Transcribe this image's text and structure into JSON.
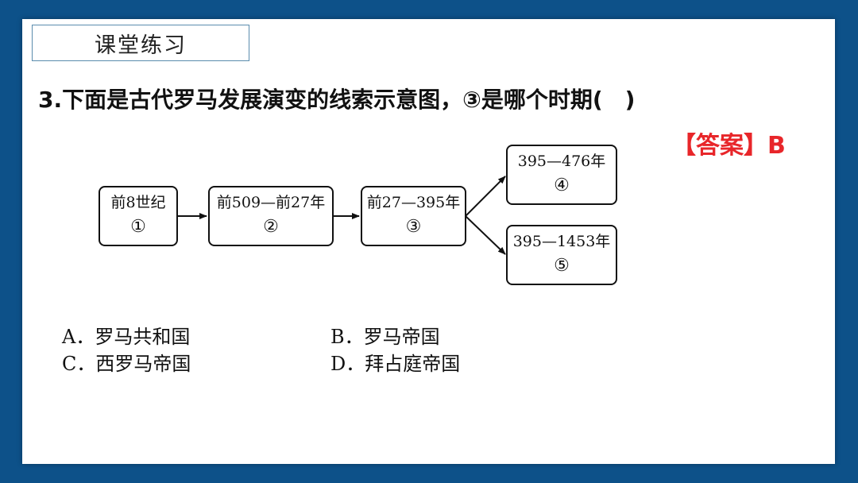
{
  "header": {
    "title": "课堂练习"
  },
  "question": {
    "text": "3.下面是古代罗马发展演变的线索示意图，③是哪个时期(　)"
  },
  "answer": {
    "text": "【答案】B"
  },
  "diagram": {
    "nodes": [
      {
        "period": "前8世纪",
        "mark": "①"
      },
      {
        "period": "前509—前27年",
        "mark": "②"
      },
      {
        "period": "前27—395年",
        "mark": "③"
      },
      {
        "period": "395—476年",
        "mark": "④"
      },
      {
        "period": "395—1453年",
        "mark": "⑤"
      }
    ]
  },
  "options": [
    {
      "text": "A．罗马共和国"
    },
    {
      "text": "B．罗马帝国"
    },
    {
      "text": "C．西罗马帝国"
    },
    {
      "text": "D．拜占庭帝国"
    }
  ],
  "colors": {
    "background": "#0d5189",
    "answer": "#e8262a",
    "title_border": "#5a8cad"
  }
}
